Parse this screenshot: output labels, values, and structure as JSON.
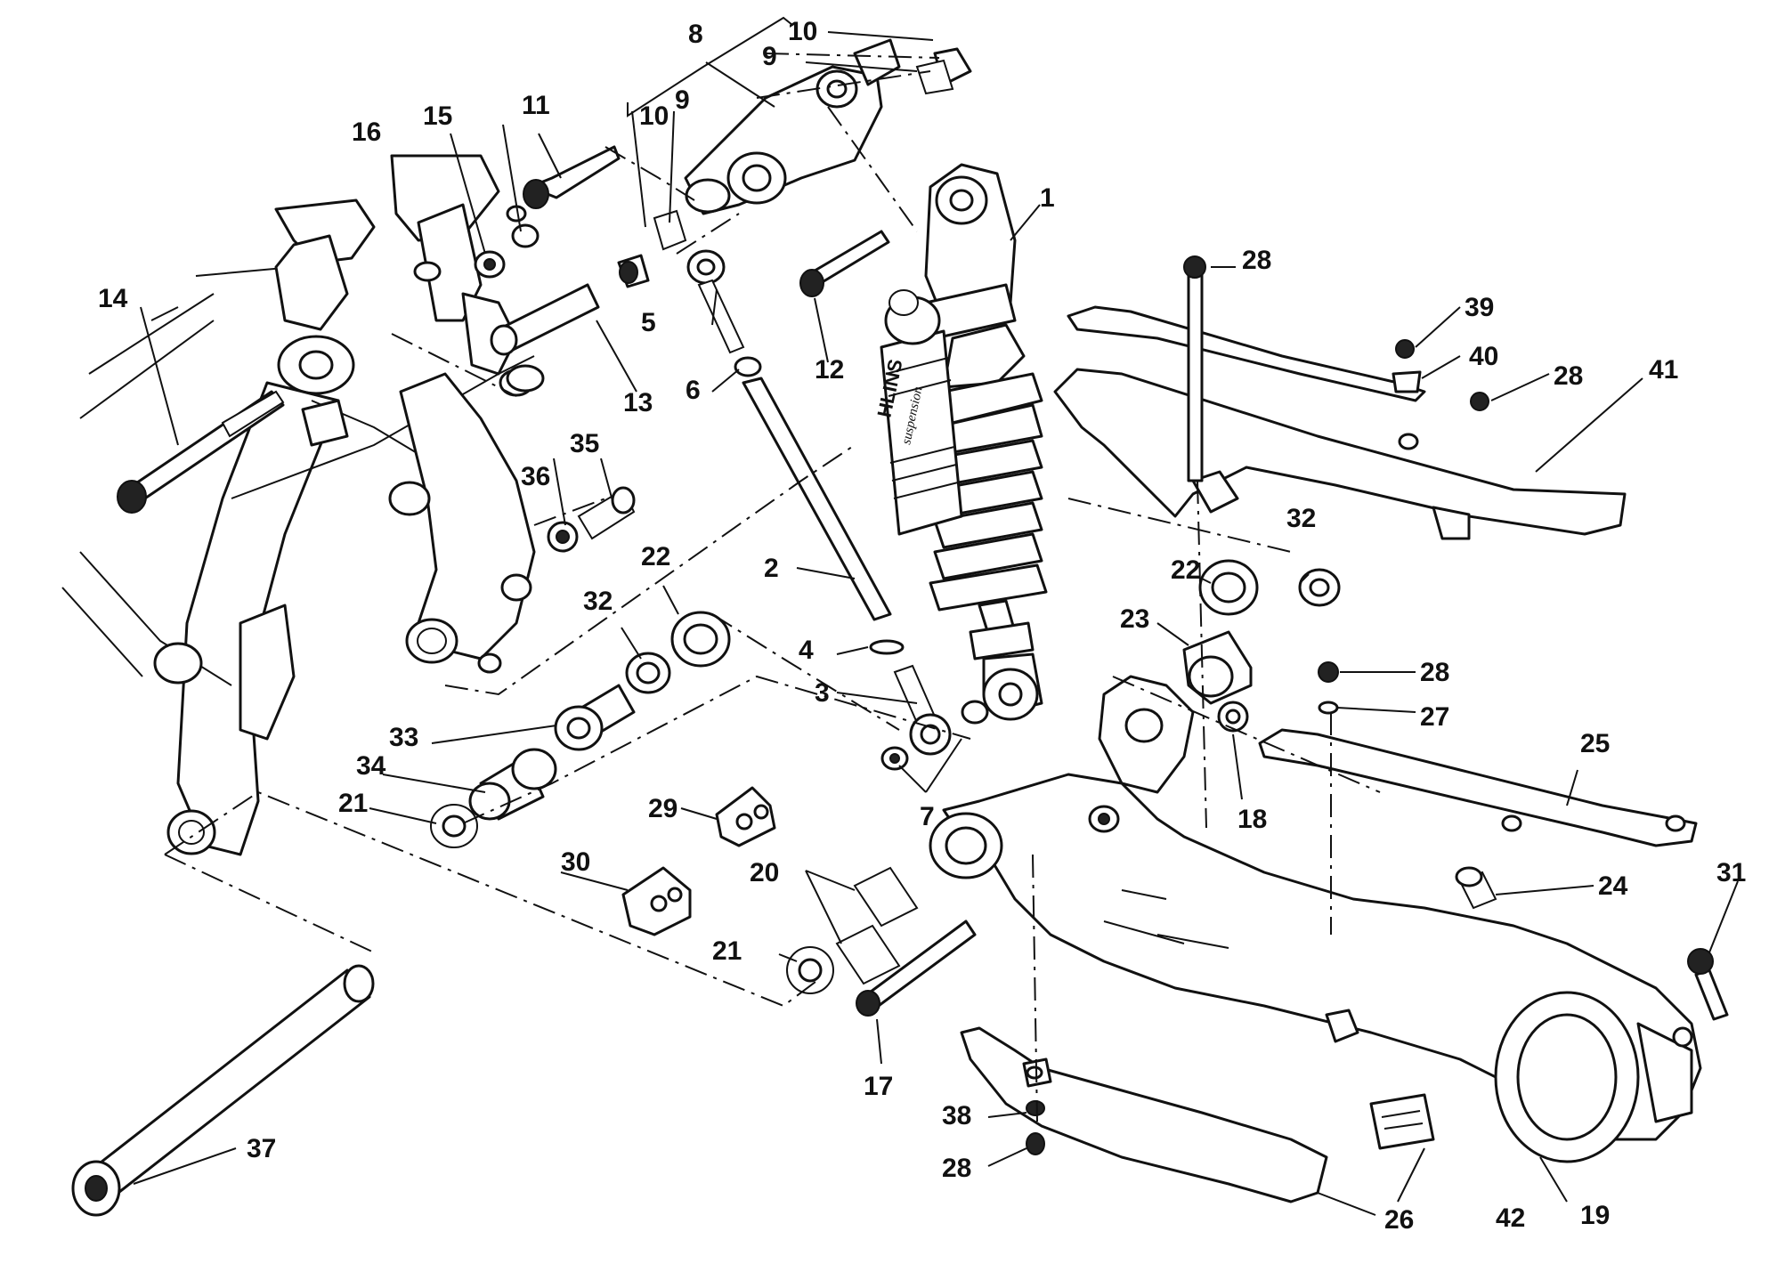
{
  "diagram": {
    "brand_label": "HLINS",
    "brand_sub": "suspension",
    "callouts": [
      "1",
      "2",
      "3",
      "4",
      "5",
      "6",
      "7",
      "8",
      "9",
      "10",
      "11",
      "12",
      "13",
      "14",
      "15",
      "16",
      "17",
      "18",
      "19",
      "20",
      "21",
      "22",
      "23",
      "24",
      "25",
      "26",
      "27",
      "28",
      "29",
      "30",
      "31",
      "32",
      "33",
      "34",
      "35",
      "36",
      "37",
      "38",
      "39",
      "40",
      "41",
      "42"
    ],
    "labels": {
      "c1": "1",
      "c2": "2",
      "c3": "3",
      "c4": "4",
      "c5": "5",
      "c6": "6",
      "c7": "7",
      "c8": "8",
      "c9a": "9",
      "c9b": "9",
      "c10a": "10",
      "c10b": "10",
      "c11": "11",
      "c12": "12",
      "c13": "13",
      "c14": "14",
      "c15": "15",
      "c16": "16",
      "c17": "17",
      "c18": "18",
      "c19": "19",
      "c20": "20",
      "c21a": "21",
      "c21b": "21",
      "c22a": "22",
      "c22b": "22",
      "c23": "23",
      "c24": "24",
      "c25": "25",
      "c26": "26",
      "c27": "27",
      "c28a": "28",
      "c28b": "28",
      "c28c": "28",
      "c28d": "28",
      "c29": "29",
      "c30": "30",
      "c31": "31",
      "c32a": "32",
      "c32b": "32",
      "c33": "33",
      "c34": "34",
      "c35": "35",
      "c36": "36",
      "c37": "37",
      "c38": "38",
      "c39": "39",
      "c40": "40",
      "c41": "41",
      "c42": "42"
    }
  }
}
